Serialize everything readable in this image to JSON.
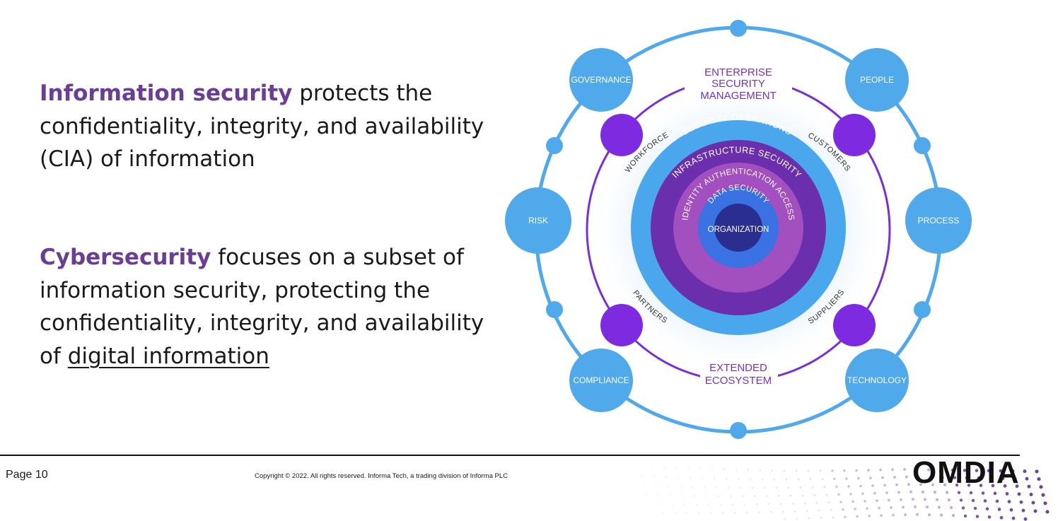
{
  "text": {
    "p1": {
      "highlight": "Information security",
      "rest": " protects the confidentiality, integrity, and availability (CIA) of information"
    },
    "p2": {
      "highlight": "Cybersecurity",
      "rest": " focuses on a subset of information security, protecting the confidentiality, integrity, and availability of ",
      "underlined": "digital information"
    }
  },
  "diagram": {
    "outer_nodes": [
      "GOVERNANCE",
      "PEOPLE",
      "RISK",
      "PROCESS",
      "COMPLIANCE",
      "TECHNOLOGY"
    ],
    "mid_labels": [
      "WORKFORCE",
      "CUSTOMERS",
      "PARTNERS",
      "SUPPLIERS"
    ],
    "top_label": [
      "ENTERPRISE",
      "SECURITY",
      "MANAGEMENT"
    ],
    "bottom_label": [
      "EXTENDED",
      "ECOSYSTEM"
    ],
    "rings": [
      "SECURITY OPERATIONS",
      "INFRASTRUCTURE SECURITY",
      "IDENTITY AUTHENTICATION ACCESS",
      "DATA SECURITY"
    ],
    "center": "ORGANIZATION"
  },
  "footer": {
    "page": "Page 10",
    "copyright": "Copyright © 2022. All rights reserved. Informa Tech, a trading division of Informa PLC",
    "logo": "OMDIA"
  },
  "colors": {
    "highlight": "#6b3d96",
    "outer_ring": "#4fa9ea",
    "purple_ring": "#7a2fd6",
    "purple_node": "#7d2ae0",
    "label_purple": "#7a2fc9"
  }
}
